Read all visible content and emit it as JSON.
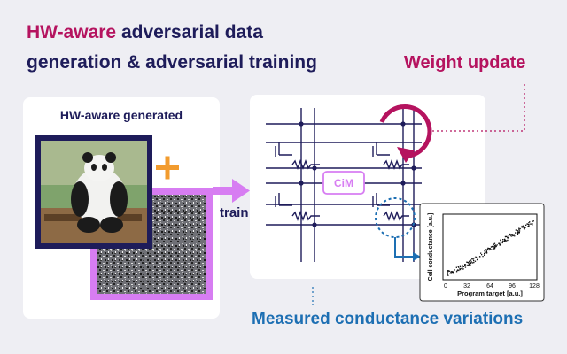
{
  "title": {
    "line1_highlight": "HW-aware",
    "line1_rest": " adversarial data",
    "line2": "generation & adversarial training"
  },
  "weight_update_label": "Weight update",
  "measured_label": "Measured conductance variations",
  "generated_label": "HW-aware generated",
  "train_label": "train",
  "cim_label": "CiM",
  "colors": {
    "navy": "#1e1c5a",
    "magenta": "#b5135f",
    "blue": "#1d6fb3",
    "violet": "#d77df2",
    "orange": "#f29b2e"
  },
  "inset_chart": {
    "ylabel": "Cell conductance [a.u.]",
    "xlabel": "Program target [a.u.]",
    "xticks": [
      "0",
      "32",
      "64",
      "96",
      "128"
    ]
  },
  "chart_data": {
    "type": "scatter",
    "title": "",
    "xlabel": "Program target [a.u.]",
    "ylabel": "Cell conductance [a.u.]",
    "xlim": [
      0,
      128
    ],
    "xticks": [
      0,
      32,
      64,
      96,
      128
    ],
    "trend": [
      [
        0,
        0.05
      ],
      [
        16,
        0.12
      ],
      [
        32,
        0.22
      ],
      [
        48,
        0.35
      ],
      [
        64,
        0.48
      ],
      [
        80,
        0.6
      ],
      [
        96,
        0.72
      ],
      [
        112,
        0.84
      ],
      [
        128,
        0.95
      ]
    ]
  }
}
